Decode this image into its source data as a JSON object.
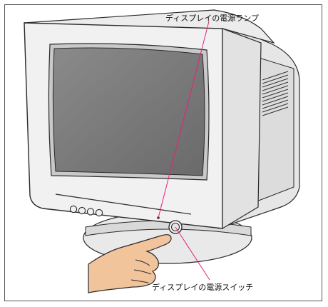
{
  "labels": {
    "power_lamp": "ディスプレイの電源ランプ",
    "power_switch": "ディスプレイの電源スイッチ"
  },
  "colors": {
    "leader_line": "#e8207a",
    "monitor_body": "#f1f1f1",
    "screen": "#7a7a7a",
    "outline": "#2a2a2a",
    "hand": "#f2c49c"
  },
  "icons": {
    "monitor": "crt-monitor-illustration",
    "hand": "pointing-hand-illustration"
  }
}
